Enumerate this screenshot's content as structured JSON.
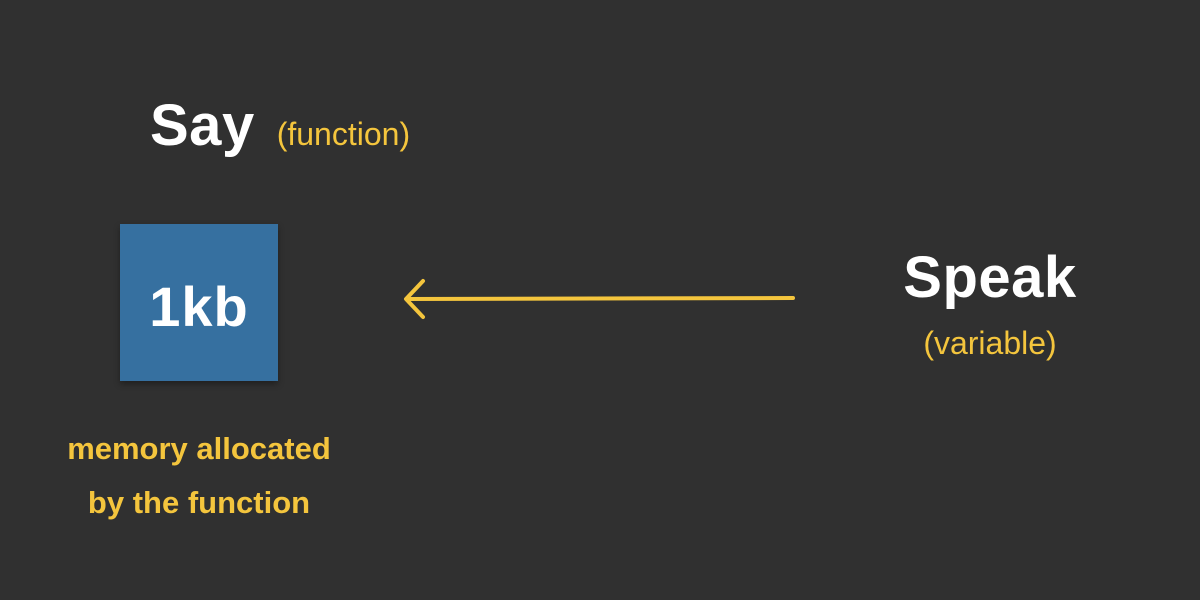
{
  "function_label": {
    "name": "Say",
    "kind": "(function)"
  },
  "memory_block": {
    "size": "1kb",
    "caption_line1": "memory allocated",
    "caption_line2": "by the function"
  },
  "variable_label": {
    "name": "Speak",
    "kind": "(variable)"
  },
  "colors": {
    "background": "#303030",
    "accent": "#f4c53d",
    "block": "#3670a0",
    "text": "#ffffff"
  }
}
